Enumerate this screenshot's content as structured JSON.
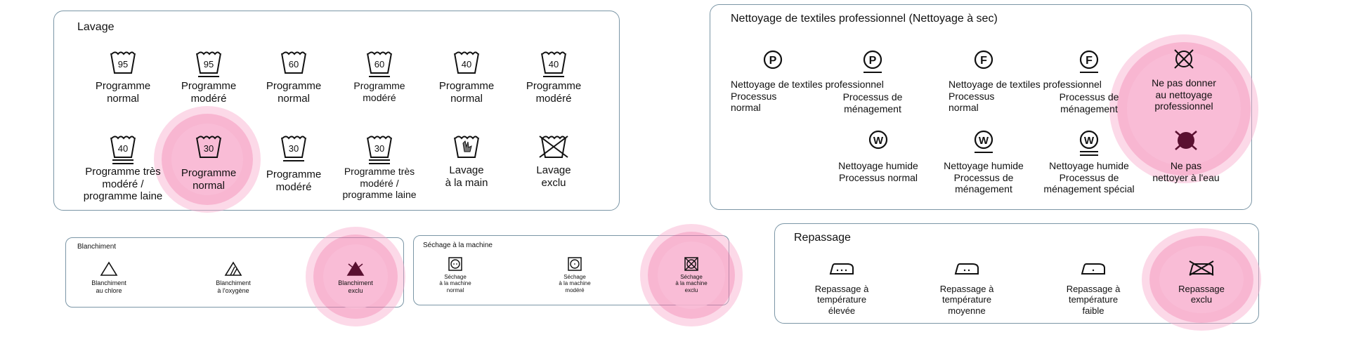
{
  "lavage": {
    "title": "Lavage",
    "items": [
      {
        "num": "95",
        "label": "Programme\nnormal",
        "bars": 0,
        "icon": "washtub-95-icon"
      },
      {
        "num": "95",
        "label": "Programme\nmodéré",
        "bars": 1,
        "icon": "washtub-95-gentle-icon"
      },
      {
        "num": "60",
        "label": "Programme\nnormal",
        "bars": 0,
        "icon": "washtub-60-icon"
      },
      {
        "num": "60",
        "label": "Programme\nmodéré",
        "bars": 1,
        "icon": "washtub-60-gentle-icon"
      },
      {
        "num": "40",
        "label": "Programme\nnormal",
        "bars": 0,
        "icon": "washtub-40-icon"
      },
      {
        "num": "40",
        "label": "Programme\nmodéré",
        "bars": 1,
        "icon": "washtub-40-gentle-icon"
      },
      {
        "num": "40",
        "label": "Programme très\nmodéré /\nprogramme laine",
        "bars": 2,
        "icon": "washtub-40-very-gentle-icon"
      },
      {
        "num": "30",
        "label": "Programme\nnormal",
        "bars": 0,
        "icon": "washtub-30-icon"
      },
      {
        "num": "30",
        "label": "Programme\nmodéré",
        "bars": 1,
        "icon": "washtub-30-gentle-icon"
      },
      {
        "num": "30",
        "label": "Programme très\nmodéré /\nprogramme laine",
        "bars": 2,
        "icon": "washtub-30-very-gentle-icon"
      },
      {
        "num": "",
        "label": "Lavage\nà la main",
        "bars": 0,
        "icon": "hand-wash-icon"
      },
      {
        "num": "",
        "label": "Lavage\nexclu",
        "bars": 0,
        "icon": "do-not-wash-icon"
      }
    ]
  },
  "nettoyage": {
    "title": "Nettoyage de textiles professionnel (Nettoyage à sec)",
    "items": [
      {
        "letter": "P",
        "label": "Nettoyage de textiles professionnel\nProcessus\nnormal",
        "bars": 0,
        "icon": "dry-clean-p-icon"
      },
      {
        "letter": "P",
        "label": "Processus de\nménagement",
        "bars": 1,
        "icon": "dry-clean-p-gentle-icon"
      },
      {
        "letter": "F",
        "label": "Nettoyage de textiles professionnel\nProcessus\nnormal",
        "bars": 0,
        "icon": "dry-clean-f-icon"
      },
      {
        "letter": "F",
        "label": "Processus de\nménagement",
        "bars": 1,
        "icon": "dry-clean-f-gentle-icon"
      },
      {
        "letter": "",
        "label": "Ne pas donner\nau nettoyage\nprofessionnel",
        "bars": 0,
        "icon": "do-not-dry-clean-icon"
      },
      {
        "letter": "W",
        "label": "Nettoyage humide\nProcessus normal",
        "bars": 0,
        "icon": "wet-clean-w-icon"
      },
      {
        "letter": "W",
        "label": "Nettoyage humide\nProcessus de\nménagement",
        "bars": 1,
        "icon": "wet-clean-w-gentle-icon"
      },
      {
        "letter": "W",
        "label": "Nettoyage humide\nProcessus de\nménagement spécial",
        "bars": 2,
        "icon": "wet-clean-w-very-gentle-icon"
      },
      {
        "letter": "",
        "label": "Ne pas\nnettoyer à l'eau",
        "bars": 0,
        "icon": "do-not-wet-clean-icon"
      }
    ]
  },
  "blanchiment": {
    "title": "Blanchiment",
    "items": [
      {
        "label": "Blanchiment\nau chlore",
        "icon": "bleach-triangle-icon"
      },
      {
        "label": "Blanchiment\nà l'oxygène",
        "icon": "oxygen-bleach-triangle-icon"
      },
      {
        "label": "Blanchiment\nexclu",
        "icon": "do-not-bleach-icon"
      }
    ]
  },
  "sechage": {
    "title": "Séchage à la machine",
    "items": [
      {
        "label": "Séchage\nà la machine\nnormal",
        "icon": "tumble-dry-normal-icon"
      },
      {
        "label": "Séchage\nà la machine\nmodéré",
        "icon": "tumble-dry-low-icon"
      },
      {
        "label": "Séchage\nà la machine\nexclu",
        "icon": "do-not-tumble-dry-icon"
      }
    ]
  },
  "repassage": {
    "title": "Repassage",
    "items": [
      {
        "label": "Repassage à\ntempérature\nélevée",
        "icon": "iron-high-icon"
      },
      {
        "label": "Repassage à\ntempérature\nmoyenne",
        "icon": "iron-medium-icon"
      },
      {
        "label": "Repassage à\ntempérature\nfaible",
        "icon": "iron-low-icon"
      },
      {
        "label": "Repassage\nexclu",
        "icon": "do-not-iron-icon"
      }
    ]
  },
  "colors": {
    "border": "#7b96a6",
    "highlight": "#f27aac",
    "ink": "#111111",
    "accent_dark": "#5a1030"
  }
}
